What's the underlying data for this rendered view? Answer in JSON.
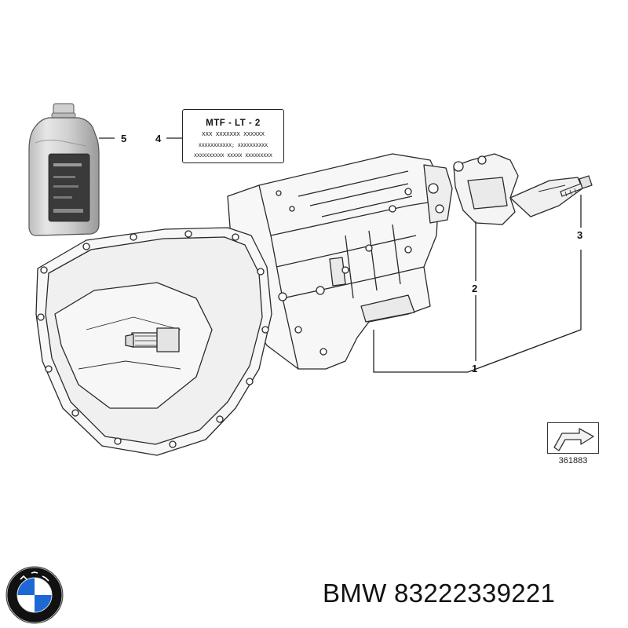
{
  "callouts": {
    "c1": "1",
    "c2": "2",
    "c3": "3",
    "c4": "4",
    "c5": "5"
  },
  "label_plate": {
    "title": "MTF - LT - 2",
    "line1": "XXX XXXXXXX XXXXXX",
    "line2": "XXXXXXXXXXX; XXXXXXXXXX",
    "line3": "XXXXXXXXXX XXXXX XXXXXXXXX"
  },
  "reference_number": "361883",
  "brand_caption": "BMW 83222339221",
  "logo": {
    "icon": "bmw-roundel-icon",
    "colors": {
      "ring": "#111111",
      "blue": "#1c69d4",
      "white": "#ffffff"
    }
  },
  "bottle_label_icon": "oil-bottle-icon",
  "colors": {
    "line": "#2a2a2a",
    "housing": "#f4f4f4",
    "shadow": "#dcdcdc"
  }
}
